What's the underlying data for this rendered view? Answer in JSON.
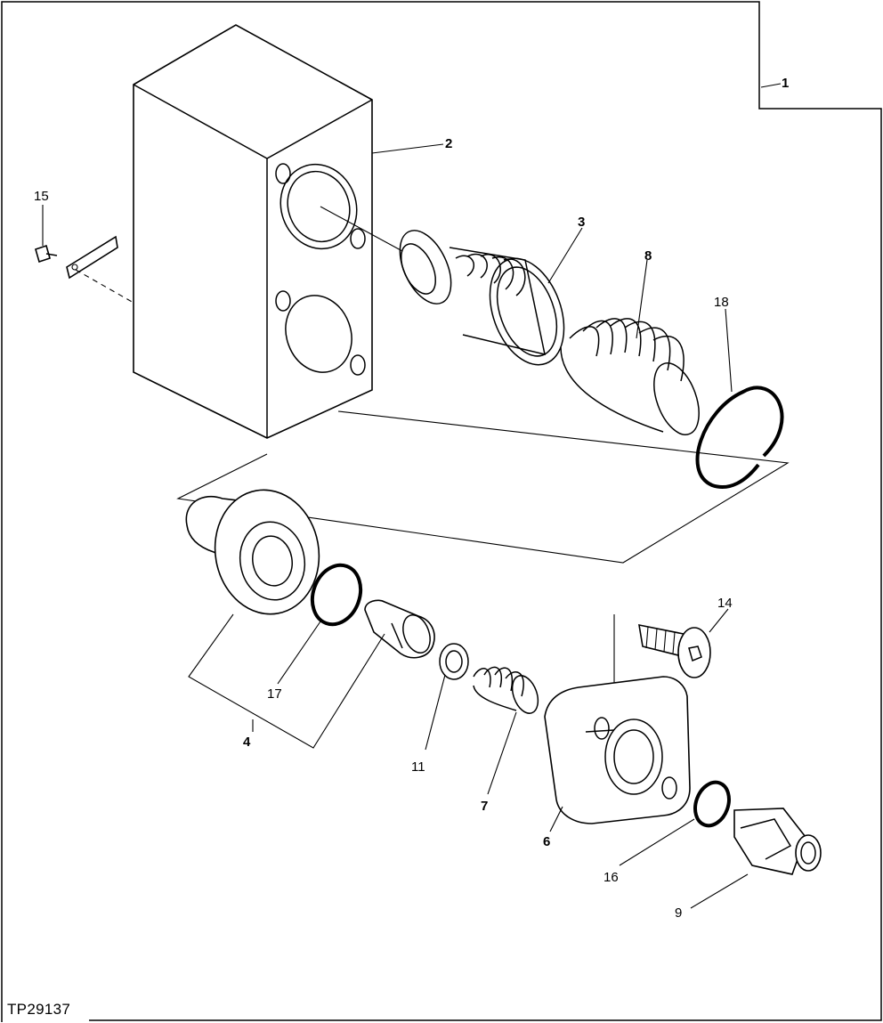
{
  "figure": {
    "id": "TP29137"
  },
  "callouts": [
    {
      "key": "c1",
      "text": "1"
    },
    {
      "key": "c2",
      "text": "2"
    },
    {
      "key": "c3",
      "text": "3"
    },
    {
      "key": "c4",
      "text": "4"
    },
    {
      "key": "c6",
      "text": "6"
    },
    {
      "key": "c7",
      "text": "7"
    },
    {
      "key": "c8",
      "text": "8"
    },
    {
      "key": "c9",
      "text": "9"
    },
    {
      "key": "c11",
      "text": "11"
    },
    {
      "key": "c14",
      "text": "14"
    },
    {
      "key": "c15",
      "text": "15"
    },
    {
      "key": "c16",
      "text": "16"
    },
    {
      "key": "c17",
      "text": "17"
    },
    {
      "key": "c18",
      "text": "18"
    }
  ]
}
